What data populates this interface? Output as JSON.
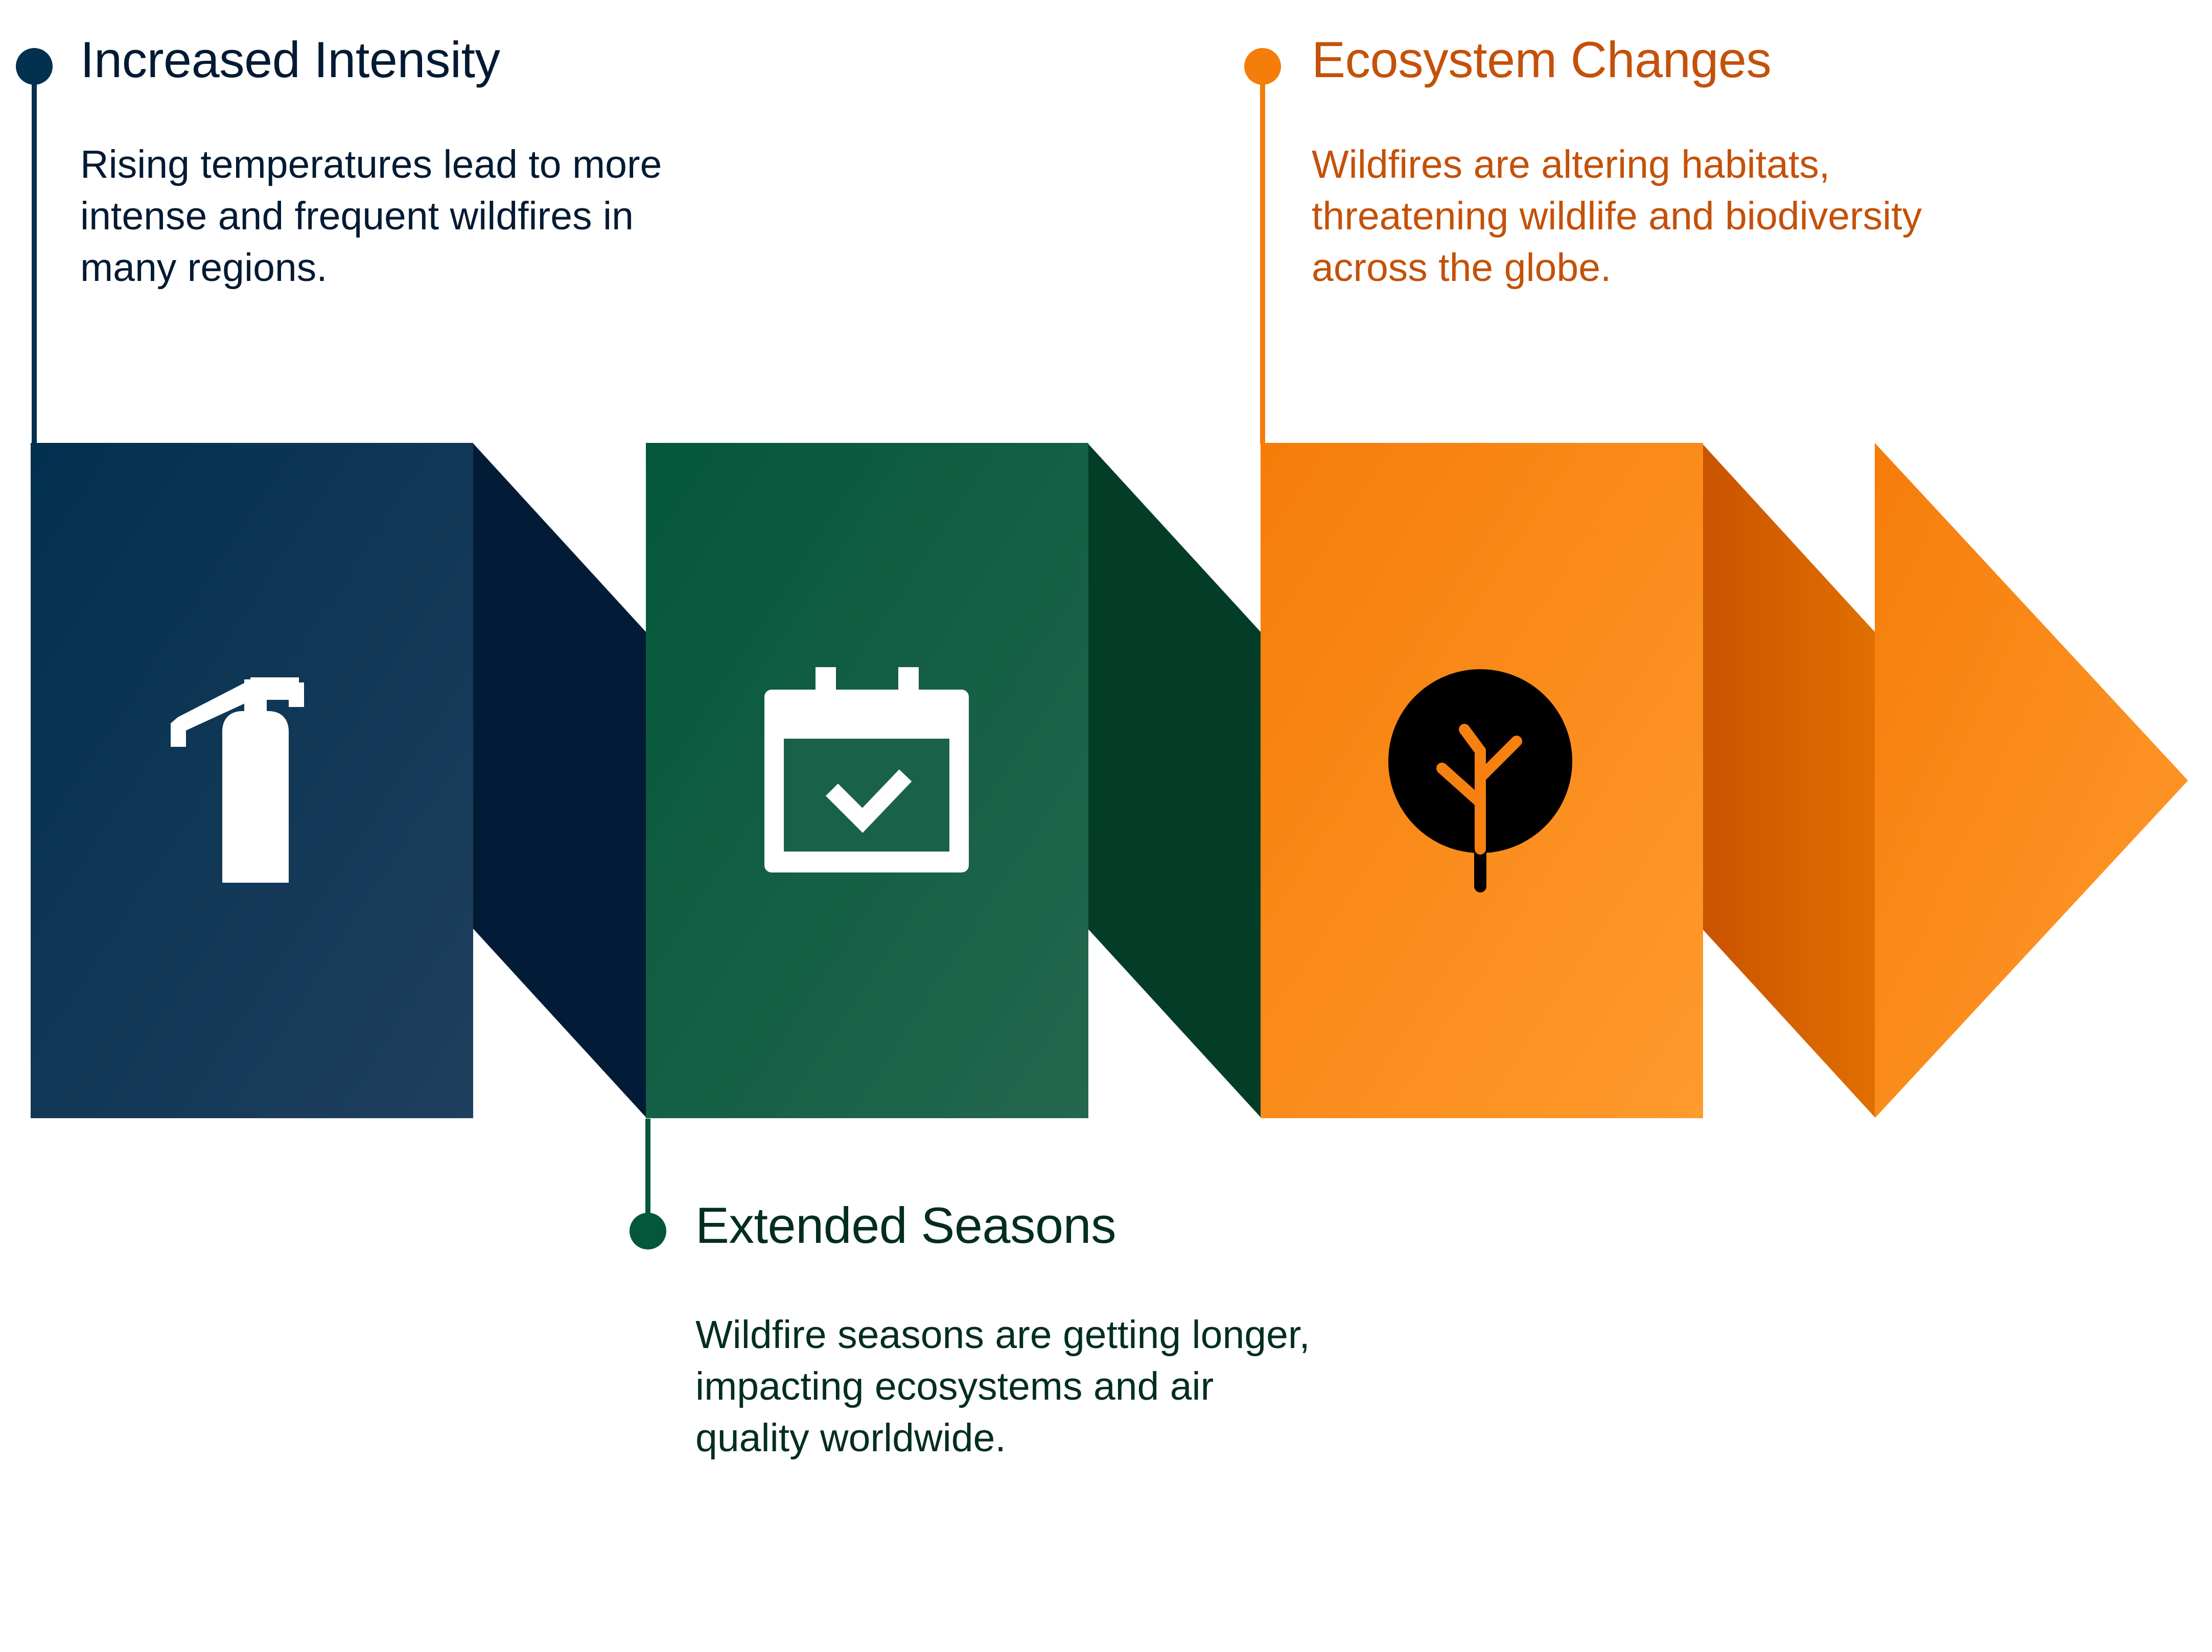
{
  "colors": {
    "navy_dark": "#02304f",
    "navy_light": "#1f3f5d",
    "navy_shadow": "#021c37",
    "green_dark": "#04573b",
    "green_light": "#24674f",
    "green_shadow": "#033d27",
    "orange_dark": "#f57d0a",
    "orange_light": "#ff9a2d",
    "orange_shadow": "#d05d00",
    "heading_1": "#021a33",
    "heading_2": "#022e1e",
    "heading_3": "#c45109",
    "icon_white": "#ffffff",
    "icon_black": "#000000"
  },
  "steps": [
    {
      "heading": "Increased Intensity",
      "description": "Rising temperatures lead to more\nintense and frequent wildfires in\nmany regions.",
      "icon": "fire-extinguisher-icon"
    },
    {
      "heading": "Extended Seasons",
      "description": "Wildfire seasons are getting longer,\nimpacting ecosystems and air\nquality worldwide.",
      "icon": "calendar-check-icon"
    },
    {
      "heading": "Ecosystem Changes",
      "description": "Wildfires are altering habitats,\nthreatening wildlife and biodiversity\nacross the globe.",
      "icon": "tree-icon"
    }
  ]
}
